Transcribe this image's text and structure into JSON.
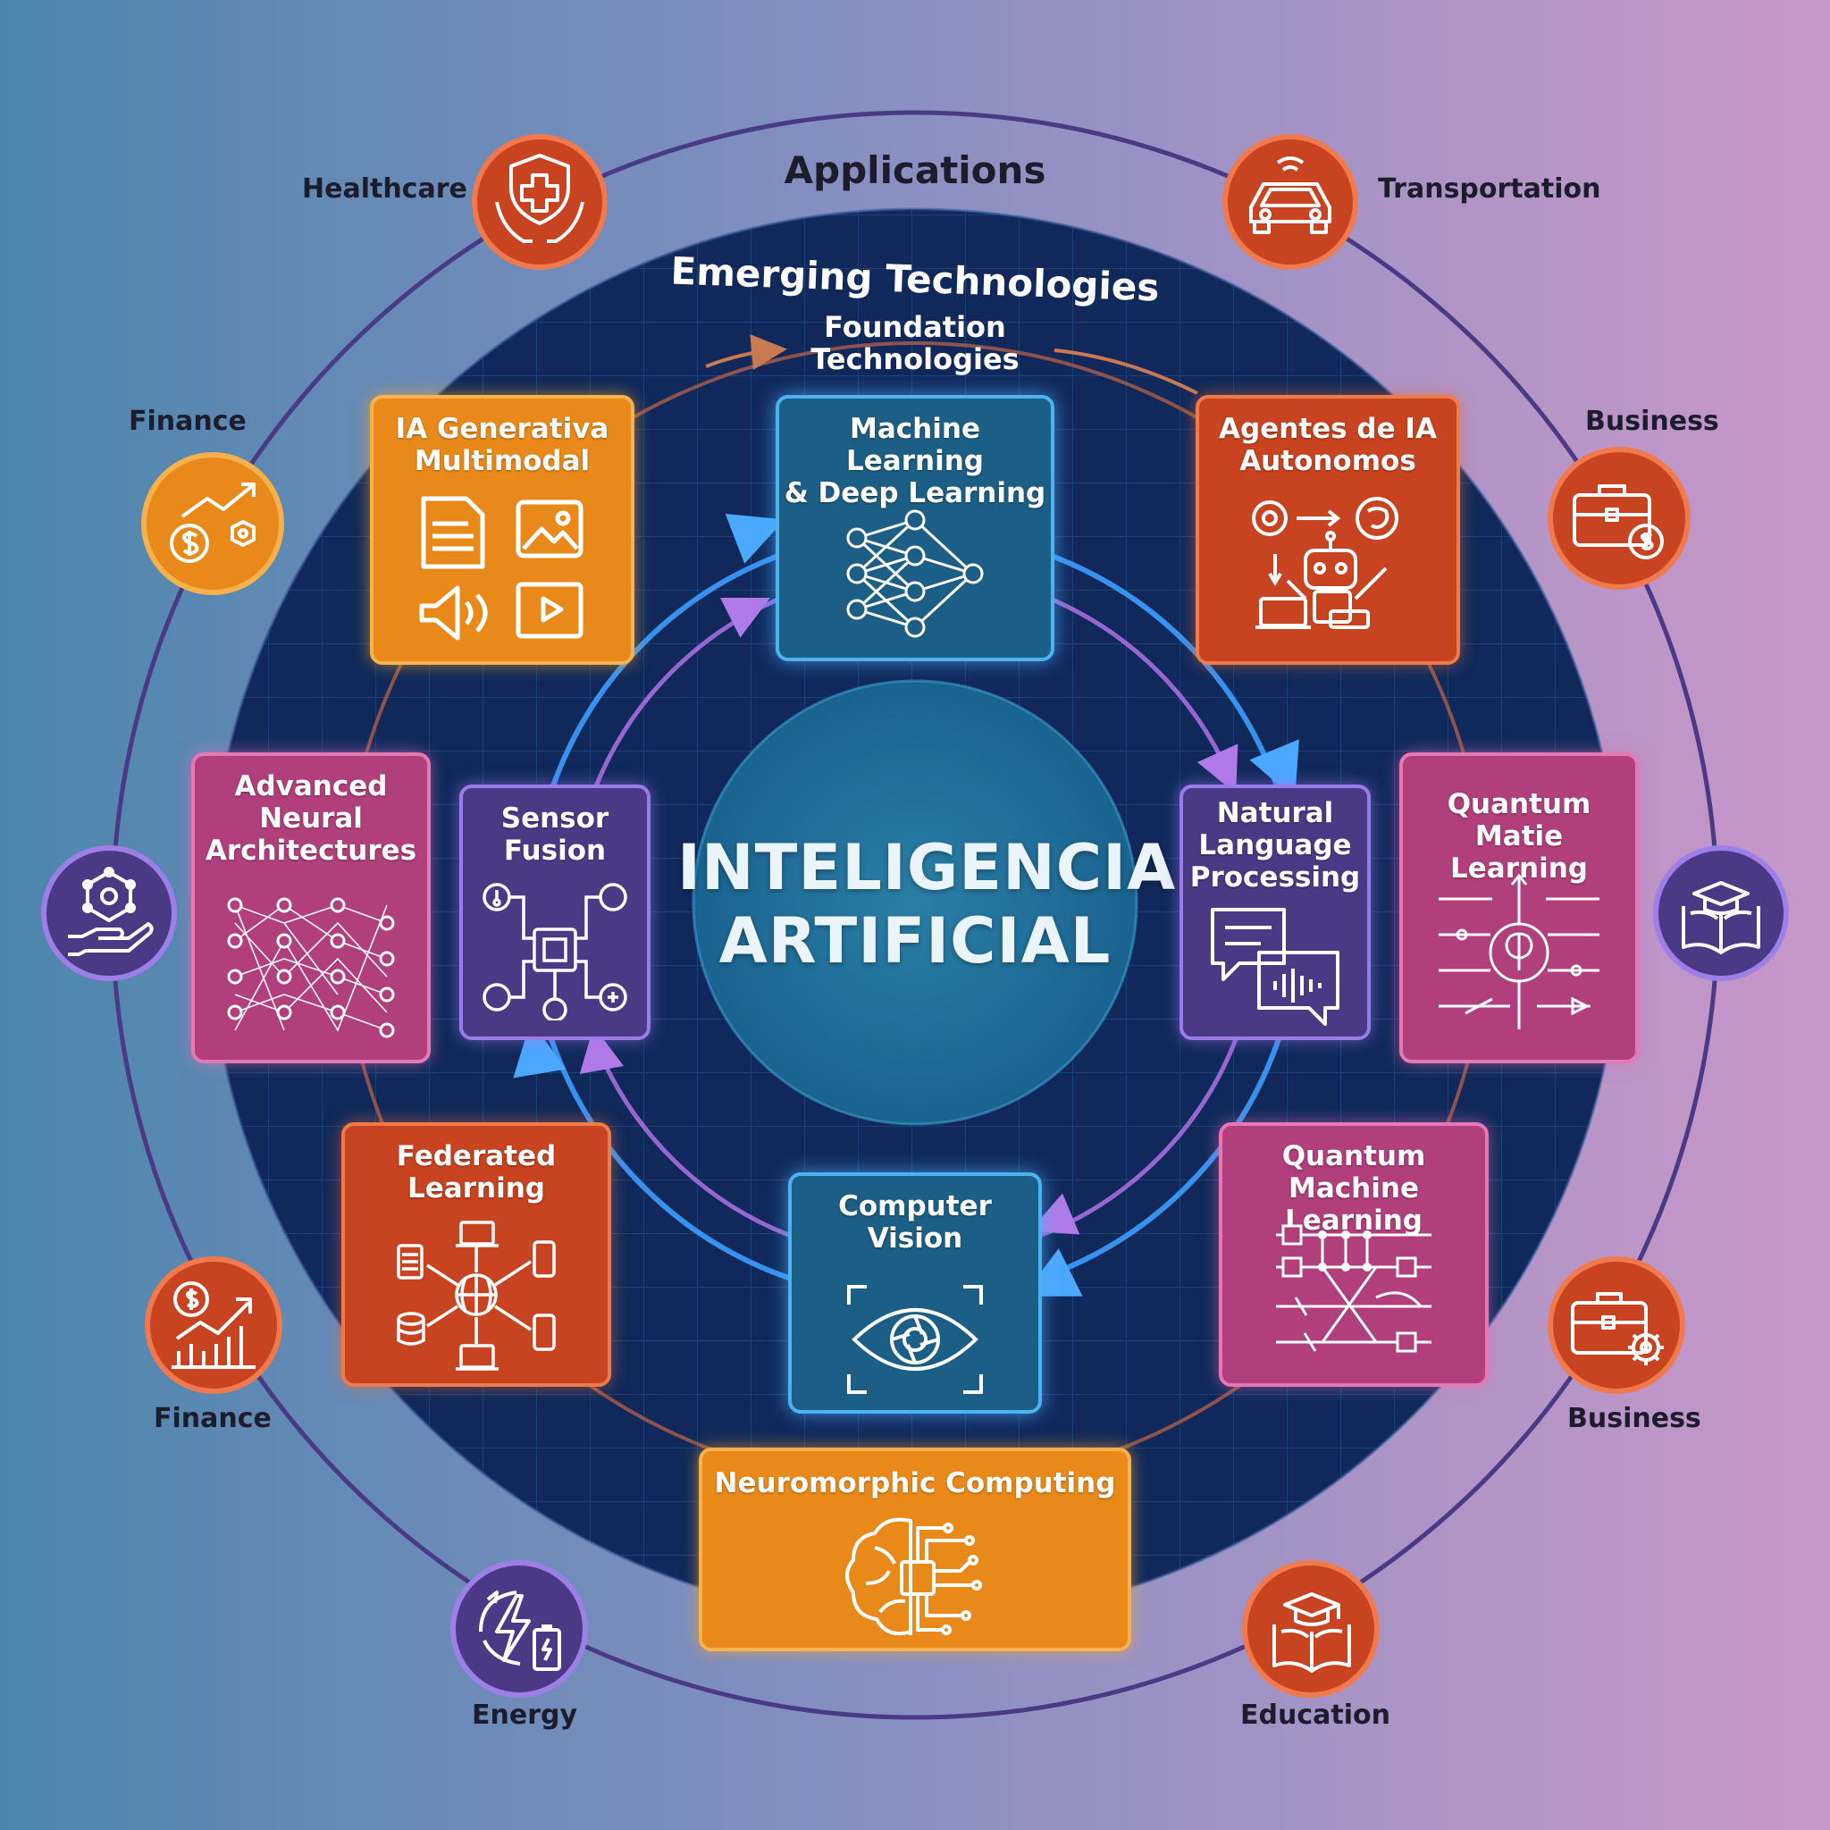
{
  "sections": {
    "applications": "Applications",
    "emerging": "Emerging Technologies",
    "foundation": "Foundation\nTechnologies"
  },
  "center": {
    "title": "INTELIGENCIA\nARTIFICIAL"
  },
  "cards": {
    "ia_generativa": "IA Generativa\nMultimodal",
    "ml_dl": "Machine Learning\n& Deep Learning",
    "agentes": "Agentes de IA\nAutonomos",
    "advanced_neural": "Advanced\nNeural\nArchitectures",
    "sensor_fusion": "Sensor\nFusion",
    "nlp": "Natural\nLanguage\nProcessing",
    "quantum_top": "Quantum\nMatie Learning",
    "federated": "Federated\nLearning",
    "computer_vision": "Computer\nVision",
    "quantum_ml": "Quantum\nMachine Learning",
    "neuromorphic": "Neuromorphic Computing"
  },
  "applications": {
    "healthcare": "Healthcare",
    "transportation": "Transportation",
    "finance_top": "Finance",
    "business_top": "Business",
    "finance_bottom": "Finance",
    "business_bottom": "Business",
    "energy": "Energy",
    "education": "Education"
  },
  "colors": {
    "orange": "#e8891a",
    "red_orange": "#c8431f",
    "magenta": "#b03f7c",
    "teal": "#1b5f86",
    "purple": "#4a3a86",
    "navy": "#10295a"
  }
}
